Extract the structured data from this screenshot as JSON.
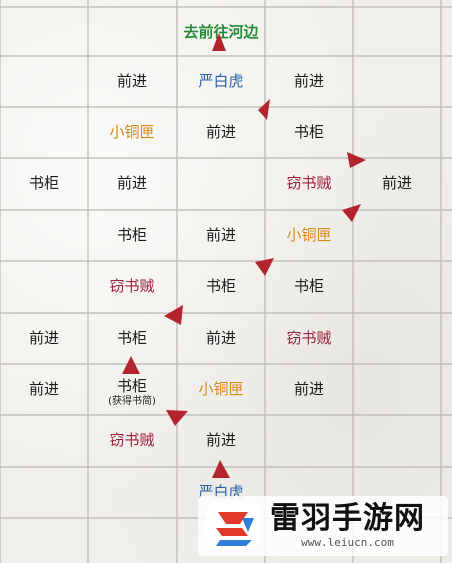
{
  "cells": [
    {
      "r": 0,
      "c": 2,
      "label": "去前往河边",
      "type": "river"
    },
    {
      "r": 1,
      "c": 1,
      "label": "前进",
      "type": "advance"
    },
    {
      "r": 1,
      "c": 2,
      "label": "严白虎",
      "type": "yan"
    },
    {
      "r": 1,
      "c": 3,
      "label": "前进",
      "type": "advance"
    },
    {
      "r": 2,
      "c": 1,
      "label": "小铜匣",
      "type": "box"
    },
    {
      "r": 2,
      "c": 2,
      "label": "前进",
      "type": "advance"
    },
    {
      "r": 2,
      "c": 3,
      "label": "书柜",
      "type": "cabinet"
    },
    {
      "r": 3,
      "c": 0,
      "label": "书柜",
      "type": "cabinet"
    },
    {
      "r": 3,
      "c": 1,
      "label": "前进",
      "type": "advance"
    },
    {
      "r": 3,
      "c": 3,
      "label": "窃书贼",
      "type": "thief"
    },
    {
      "r": 3,
      "c": 4,
      "label": "前进",
      "type": "advance"
    },
    {
      "r": 4,
      "c": 1,
      "label": "书柜",
      "type": "cabinet"
    },
    {
      "r": 4,
      "c": 2,
      "label": "前进",
      "type": "advance"
    },
    {
      "r": 4,
      "c": 3,
      "label": "小铜匣",
      "type": "box"
    },
    {
      "r": 5,
      "c": 1,
      "label": "窃书贼",
      "type": "thief"
    },
    {
      "r": 5,
      "c": 2,
      "label": "书柜",
      "type": "cabinet"
    },
    {
      "r": 5,
      "c": 3,
      "label": "书柜",
      "type": "cabinet"
    },
    {
      "r": 6,
      "c": 0,
      "label": "前进",
      "type": "advance"
    },
    {
      "r": 6,
      "c": 1,
      "label": "书柜",
      "type": "cabinet"
    },
    {
      "r": 6,
      "c": 2,
      "label": "前进",
      "type": "advance"
    },
    {
      "r": 6,
      "c": 3,
      "label": "窃书贼",
      "type": "thief"
    },
    {
      "r": 7,
      "c": 0,
      "label": "前进",
      "type": "advance"
    },
    {
      "r": 7,
      "c": 1,
      "label": "书柜",
      "sub": "(获得书简)",
      "type": "cabinet"
    },
    {
      "r": 7,
      "c": 2,
      "label": "小铜匣",
      "type": "box"
    },
    {
      "r": 7,
      "c": 3,
      "label": "前进",
      "type": "advance"
    },
    {
      "r": 8,
      "c": 1,
      "label": "窃书贼",
      "type": "thief"
    },
    {
      "r": 8,
      "c": 2,
      "label": "前进",
      "type": "advance"
    },
    {
      "r": 9,
      "c": 2,
      "label": "严白虎",
      "type": "yan"
    }
  ],
  "colors": {
    "grid_line": "#b9b6ae",
    "arrow": "#b3242f",
    "advance": "#1c1c1c",
    "thief": "#a01f3a",
    "box": "#d48a18",
    "yan": "#2b5fa8",
    "river": "#2a8a3a",
    "logo_red": "#e03a2c",
    "logo_blue": "#2f7fd8"
  },
  "watermark": {
    "title": "雷羽手游网",
    "url": "www.leiucn.com",
    "icon": "leiyu-logo-icon"
  }
}
